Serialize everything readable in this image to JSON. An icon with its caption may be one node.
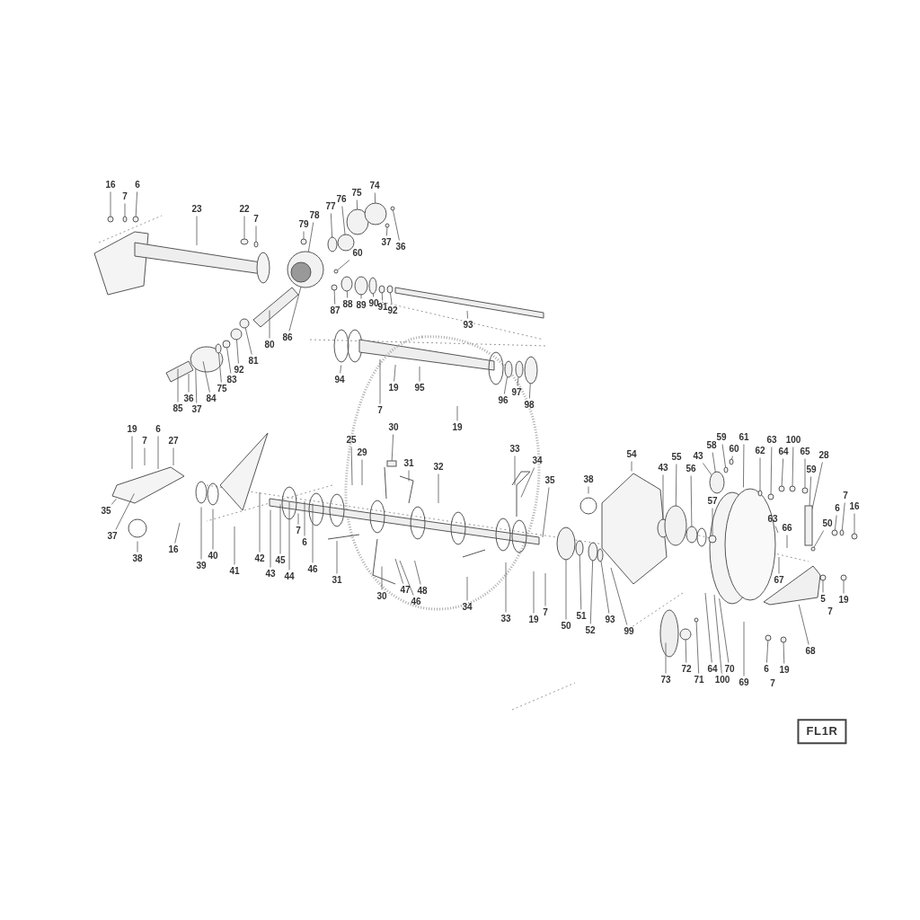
{
  "diagram": {
    "nodes": [
      {
        "text": [
          "16"
        ]
      },
      {
        "text": [
          "7"
        ]
      },
      {
        "text": [
          "6"
        ]
      },
      {
        "text": [
          "23"
        ]
      },
      {
        "text": [
          "22"
        ]
      },
      {
        "text": [
          "7"
        ]
      },
      {
        "text": [
          "79"
        ]
      },
      {
        "text": [
          "78"
        ]
      },
      {
        "text": [
          "77"
        ]
      },
      {
        "text": [
          "76"
        ]
      },
      {
        "text": [
          "75"
        ]
      },
      {
        "text": [
          "74"
        ]
      },
      {
        "text": [
          "37"
        ]
      },
      {
        "text": [
          "36"
        ]
      },
      {
        "text": [
          "60"
        ]
      },
      {
        "text": [
          "87"
        ]
      },
      {
        "text": [
          "88"
        ]
      },
      {
        "text": [
          "89"
        ]
      },
      {
        "text": [
          "90"
        ]
      },
      {
        "text": [
          "91"
        ]
      },
      {
        "text": [
          "92"
        ]
      },
      {
        "text": [
          "93"
        ]
      },
      {
        "text": [
          "86"
        ]
      },
      {
        "text": [
          "80"
        ]
      },
      {
        "text": [
          "81"
        ]
      },
      {
        "text": [
          "92"
        ]
      },
      {
        "text": [
          "83"
        ]
      },
      {
        "text": [
          "75"
        ]
      },
      {
        "text": [
          "84"
        ]
      },
      {
        "text": [
          "36"
        ]
      },
      {
        "text": [
          "37"
        ]
      },
      {
        "text": [
          "85"
        ]
      },
      {
        "text": [
          "94"
        ]
      },
      {
        "text": [
          "19"
        ]
      },
      {
        "text": [
          "7"
        ]
      },
      {
        "text": [
          "95"
        ]
      },
      {
        "text": [
          "96"
        ]
      },
      {
        "text": [
          "97"
        ]
      },
      {
        "text": [
          "98"
        ]
      },
      {
        "text": [
          "19"
        ]
      },
      {
        "text": [
          "19"
        ]
      },
      {
        "text": [
          "7"
        ]
      },
      {
        "text": [
          "6"
        ]
      },
      {
        "text": [
          "27"
        ]
      },
      {
        "text": [
          "35"
        ]
      },
      {
        "text": [
          "37"
        ]
      },
      {
        "text": [
          "38"
        ]
      },
      {
        "text": [
          "16"
        ]
      },
      {
        "text": [
          "39"
        ]
      },
      {
        "text": [
          "40"
        ]
      },
      {
        "text": [
          "41"
        ]
      },
      {
        "text": [
          "42"
        ]
      },
      {
        "text": [
          "43"
        ]
      },
      {
        "text": [
          "45"
        ]
      },
      {
        "text": [
          "44"
        ]
      },
      {
        "text": [
          "7"
        ]
      },
      {
        "text": [
          "6"
        ]
      },
      {
        "text": [
          "46"
        ]
      },
      {
        "text": [
          "31"
        ]
      },
      {
        "text": [
          "25"
        ]
      },
      {
        "text": [
          "29"
        ]
      },
      {
        "text": [
          "30"
        ]
      },
      {
        "text": [
          "31"
        ]
      },
      {
        "text": [
          "32"
        ]
      },
      {
        "text": [
          "33"
        ]
      },
      {
        "text": [
          "34"
        ]
      },
      {
        "text": [
          "35"
        ]
      },
      {
        "text": [
          "38"
        ]
      },
      {
        "text": [
          "30"
        ]
      },
      {
        "text": [
          "47"
        ]
      },
      {
        "text": [
          "48"
        ]
      },
      {
        "text": [
          "46"
        ]
      },
      {
        "text": [
          "34"
        ]
      },
      {
        "text": [
          "33"
        ]
      },
      {
        "text": [
          "19"
        ]
      },
      {
        "text": [
          "7"
        ]
      },
      {
        "text": [
          "50"
        ]
      },
      {
        "text": [
          "51"
        ]
      },
      {
        "text": [
          "52"
        ]
      },
      {
        "text": [
          "93"
        ]
      },
      {
        "text": [
          "99"
        ]
      },
      {
        "text": [
          "54"
        ]
      },
      {
        "text": [
          "43"
        ]
      },
      {
        "text": [
          "55"
        ]
      },
      {
        "text": [
          "56"
        ]
      },
      {
        "text": [
          "57"
        ]
      },
      {
        "text": [
          "58"
        ]
      },
      {
        "text": [
          "43"
        ]
      },
      {
        "text": [
          "59"
        ]
      },
      {
        "text": [
          "60"
        ]
      },
      {
        "text": [
          "61"
        ]
      },
      {
        "text": [
          "62"
        ]
      },
      {
        "text": [
          "63"
        ]
      },
      {
        "text": [
          "100"
        ]
      },
      {
        "text": [
          "64"
        ]
      },
      {
        "text": [
          "65"
        ]
      },
      {
        "text": [
          "28"
        ]
      },
      {
        "text": [
          "59"
        ]
      },
      {
        "text": [
          "7"
        ]
      },
      {
        "text": [
          "6"
        ]
      },
      {
        "text": [
          "16"
        ]
      },
      {
        "text": [
          "50"
        ]
      },
      {
        "text": [
          "63"
        ]
      },
      {
        "text": [
          "66"
        ]
      },
      {
        "text": [
          "67"
        ]
      },
      {
        "text": [
          "5"
        ]
      },
      {
        "text": [
          "19"
        ]
      },
      {
        "text": [
          "68"
        ]
      },
      {
        "text": [
          "69"
        ]
      },
      {
        "text": [
          "70"
        ]
      },
      {
        "text": [
          "100"
        ]
      },
      {
        "text": [
          "64"
        ]
      },
      {
        "text": [
          "71"
        ]
      },
      {
        "text": [
          "72"
        ]
      },
      {
        "text": [
          "73"
        ]
      },
      {
        "text": [
          "6"
        ]
      },
      {
        "text": [
          "19"
        ]
      },
      {
        "text": [
          "FL1R"
        ]
      },
      {
        "text": [],
        "shape": "circle"
      },
      {
        "text": [],
        "shape": "circle"
      },
      {
        "text": [],
        "shape": "circle"
      },
      {
        "text": [],
        "shape": "circle"
      },
      {
        "text": [],
        "shape": "circle"
      },
      {
        "text": [],
        "shape": "circle"
      },
      {
        "text": [],
        "shape": "circle"
      },
      {
        "text": [],
        "shape": "circle"
      },
      {
        "text": [],
        "shape": "circle"
      },
      {
        "text": [],
        "shape": "circle"
      },
      {
        "text": [],
        "shape": "circle"
      },
      {
        "text": [],
        "shape": "circle"
      },
      {
        "text": [],
        "shape": "circle"
      },
      {
        "text": [],
        "shape": "circle"
      },
      {
        "text": [],
        "shape": "circle"
      },
      {
        "text": [],
        "shape": "circle"
      },
      {
        "text": [],
        "shape": "circle"
      },
      {
        "text": [],
        "shape": "circle"
      },
      {
        "text": [],
        "shape": "circle"
      },
      {
        "text": [],
        "shape": "circle"
      },
      {
        "text": [],
        "shape": "circle"
      },
      {
        "text": [],
        "shape": "circle"
      },
      {
        "text": [],
        "shape": "circle"
      },
      {
        "text": [],
        "shape": "circle"
      },
      {
        "text": [],
        "shape": "circle"
      },
      {
        "text": [],
        "shape": "circle"
      },
      {
        "text": [],
        "shape": "circle"
      },
      {
        "text": [],
        "shape": "circle"
      },
      {
        "text": [],
        "shape": "circle"
      },
      {
        "text": [],
        "shape": "circle"
      },
      {
        "text": [],
        "shape": "circle"
      },
      {
        "text": [],
        "shape": "circle"
      },
      {
        "text": [],
        "shape": "circle"
      },
      {
        "text": [],
        "shape": "circle"
      },
      {
        "text": [],
        "shape": "circle"
      },
      {
        "text": [],
        "shape": "circle"
      },
      {
        "text": [],
        "shape": "circle"
      },
      {
        "text": [],
        "shape": "circle"
      },
      {
        "text": [],
        "shape": "circle"
      },
      {
        "text": [],
        "shape": "circle"
      },
      {
        "text": [],
        "shape": "circle"
      },
      {
        "text": [],
        "shape": "circle"
      },
      {
        "text": [],
        "shape": "circle"
      },
      {
        "text": [],
        "shape": "circle"
      },
      {
        "text": [],
        "shape": "circle"
      },
      {
        "text": [],
        "shape": "circle"
      },
      {
        "text": [],
        "shape": "circle"
      },
      {
        "text": [],
        "shape": "circle"
      },
      {
        "text": [],
        "shape": "circle"
      },
      {
        "text": [],
        "shape": "circle"
      },
      {
        "text": [],
        "shape": "box"
      },
      {
        "text": [],
        "shape": "circle"
      },
      {
        "text": [],
        "shape": "circle"
      },
      {
        "text": [],
        "shape": "box"
      },
      {
        "text": [],
        "shape": "picture"
      },
      {
        "text": [],
        "shape": "circle"
      }
    ],
    "edges": [
      {
        "from": 0,
        "to": 118,
        "arrow": "none"
      },
      {
        "from": 1,
        "to": 119,
        "arrow": "none"
      },
      {
        "from": 2,
        "to": 120,
        "arrow": "none"
      },
      {
        "from": 3,
        "to": null,
        "arrow": "none"
      },
      {
        "from": 4,
        "to": 121,
        "arrow": "none"
      },
      {
        "from": 5,
        "to": 122,
        "arrow": "none"
      },
      {
        "from": 6,
        "to": 123,
        "arrow": "none"
      },
      {
        "from": 7,
        "to": 165,
        "arrow": "none"
      },
      {
        "from": 8,
        "to": 124,
        "arrow": "none"
      },
      {
        "from": 9,
        "to": 125,
        "arrow": "none"
      },
      {
        "from": 10,
        "to": 126,
        "arrow": "none"
      },
      {
        "from": 11,
        "to": 127,
        "arrow": "none"
      },
      {
        "from": 12,
        "to": 128,
        "arrow": "none"
      },
      {
        "from": 13,
        "to": 129,
        "arrow": "none"
      },
      {
        "from": 14,
        "to": 166,
        "arrow": "none"
      },
      {
        "from": 15,
        "to": 130,
        "arrow": "none"
      },
      {
        "from": 16,
        "to": 131,
        "arrow": "none"
      },
      {
        "from": 17,
        "to": 132,
        "arrow": "none"
      },
      {
        "from": 18,
        "to": 133,
        "arrow": "none"
      },
      {
        "from": 19,
        "to": 134,
        "arrow": "none"
      },
      {
        "from": 20,
        "to": 135,
        "arrow": "none"
      },
      {
        "from": 21,
        "to": null,
        "arrow": "none"
      },
      {
        "from": 22,
        "to": 165,
        "arrow": "none"
      },
      {
        "from": 23,
        "to": null,
        "arrow": "none"
      },
      {
        "from": 24,
        "to": 138,
        "arrow": "none"
      },
      {
        "from": 25,
        "to": 137,
        "arrow": "none"
      },
      {
        "from": 26,
        "to": 136,
        "arrow": "none"
      },
      {
        "from": 27,
        "to": 167,
        "arrow": "none"
      },
      {
        "from": 28,
        "to": null,
        "arrow": "none"
      },
      {
        "from": 29,
        "to": null,
        "arrow": "none"
      },
      {
        "from": 30,
        "to": null,
        "arrow": "none"
      },
      {
        "from": 31,
        "to": null,
        "arrow": "none"
      },
      {
        "from": 32,
        "to": null,
        "arrow": "none"
      },
      {
        "from": 33,
        "to": null,
        "arrow": "none"
      },
      {
        "from": 34,
        "to": null,
        "arrow": "none"
      },
      {
        "from": 35,
        "to": null,
        "arrow": "none"
      },
      {
        "from": 36,
        "to": 139,
        "arrow": "none"
      },
      {
        "from": 37,
        "to": 140,
        "arrow": "none"
      },
      {
        "from": 38,
        "to": 141,
        "arrow": "none"
      },
      {
        "from": 39,
        "to": null,
        "arrow": "none"
      },
      {
        "from": 40,
        "to": null,
        "arrow": "none"
      },
      {
        "from": 41,
        "to": null,
        "arrow": "none"
      },
      {
        "from": 42,
        "to": null,
        "arrow": "none"
      },
      {
        "from": 43,
        "to": null,
        "arrow": "none"
      },
      {
        "from": 44,
        "to": null,
        "arrow": "none"
      },
      {
        "from": 45,
        "to": null,
        "arrow": "none"
      },
      {
        "from": 46,
        "to": null,
        "arrow": "none"
      },
      {
        "from": 47,
        "to": null,
        "arrow": "none"
      },
      {
        "from": 48,
        "to": null,
        "arrow": "none"
      },
      {
        "from": 49,
        "to": null,
        "arrow": "none"
      },
      {
        "from": 50,
        "to": null,
        "arrow": "none"
      },
      {
        "from": 51,
        "to": null,
        "arrow": "none"
      },
      {
        "from": 52,
        "to": null,
        "arrow": "none"
      },
      {
        "from": 53,
        "to": null,
        "arrow": "none"
      },
      {
        "from": 54,
        "to": null,
        "arrow": "none"
      },
      {
        "from": 55,
        "to": null,
        "arrow": "none"
      },
      {
        "from": 56,
        "to": null,
        "arrow": "none"
      },
      {
        "from": 57,
        "to": null,
        "arrow": "none"
      },
      {
        "from": 58,
        "to": null,
        "arrow": "none"
      },
      {
        "from": 59,
        "to": null,
        "arrow": "none"
      },
      {
        "from": 60,
        "to": null,
        "arrow": "none"
      },
      {
        "from": 61,
        "to": 168,
        "arrow": "none"
      },
      {
        "from": 62,
        "to": null,
        "arrow": "none"
      },
      {
        "from": 63,
        "to": null,
        "arrow": "none"
      },
      {
        "from": 64,
        "to": null,
        "arrow": "none"
      },
      {
        "from": 65,
        "to": null,
        "arrow": "none"
      },
      {
        "from": 66,
        "to": null,
        "arrow": "none"
      },
      {
        "from": 67,
        "to": null,
        "arrow": "none"
      },
      {
        "from": 68,
        "to": null,
        "arrow": "none"
      },
      {
        "from": 69,
        "to": null,
        "arrow": "none"
      },
      {
        "from": 70,
        "to": null,
        "arrow": "none"
      },
      {
        "from": 71,
        "to": null,
        "arrow": "none"
      },
      {
        "from": 72,
        "to": null,
        "arrow": "none"
      },
      {
        "from": 73,
        "to": null,
        "arrow": "none"
      },
      {
        "from": 74,
        "to": null,
        "arrow": "none"
      },
      {
        "from": 75,
        "to": null,
        "arrow": "none"
      },
      {
        "from": 76,
        "to": 142,
        "arrow": "none"
      },
      {
        "from": 77,
        "to": 143,
        "arrow": "none"
      },
      {
        "from": 78,
        "to": 144,
        "arrow": "none"
      },
      {
        "from": 79,
        "to": 169,
        "arrow": "none"
      },
      {
        "from": 80,
        "to": null,
        "arrow": "none"
      },
      {
        "from": 81,
        "to": null,
        "arrow": "none"
      },
      {
        "from": 82,
        "to": 145,
        "arrow": "none"
      },
      {
        "from": 83,
        "to": 146,
        "arrow": "none"
      },
      {
        "from": 84,
        "to": 147,
        "arrow": "none"
      },
      {
        "from": 85,
        "to": 148,
        "arrow": "none"
      },
      {
        "from": 86,
        "to": 149,
        "arrow": "none"
      },
      {
        "from": 87,
        "to": 149,
        "arrow": "none"
      },
      {
        "from": 88,
        "to": 150,
        "arrow": "none"
      },
      {
        "from": 89,
        "to": 151,
        "arrow": "none"
      },
      {
        "from": 90,
        "to": null,
        "arrow": "none"
      },
      {
        "from": 91,
        "to": 173,
        "arrow": "none"
      },
      {
        "from": 92,
        "to": 170,
        "arrow": "none"
      },
      {
        "from": 93,
        "to": 155,
        "arrow": "none"
      },
      {
        "from": 94,
        "to": 154,
        "arrow": "none"
      },
      {
        "from": 95,
        "to": 156,
        "arrow": "none"
      },
      {
        "from": 96,
        "to": 171,
        "arrow": "none"
      },
      {
        "from": 97,
        "to": 171,
        "arrow": "none"
      },
      {
        "from": 98,
        "to": 158,
        "arrow": "none"
      },
      {
        "from": 99,
        "to": 157,
        "arrow": "none"
      },
      {
        "from": 100,
        "to": 159,
        "arrow": "none"
      },
      {
        "from": 101,
        "to": 160,
        "arrow": "none"
      },
      {
        "from": 102,
        "to": null,
        "arrow": "none"
      },
      {
        "from": 103,
        "to": null,
        "arrow": "none"
      },
      {
        "from": 104,
        "to": null,
        "arrow": "none"
      },
      {
        "from": 105,
        "to": 161,
        "arrow": "none"
      },
      {
        "from": 106,
        "to": 162,
        "arrow": "none"
      },
      {
        "from": 107,
        "to": 172,
        "arrow": "none"
      },
      {
        "from": 108,
        "to": null,
        "arrow": "none"
      },
      {
        "from": 109,
        "to": null,
        "arrow": "none"
      },
      {
        "from": 110,
        "to": null,
        "arrow": "none"
      },
      {
        "from": 111,
        "to": null,
        "arrow": "none"
      },
      {
        "from": 112,
        "to": 153,
        "arrow": "none"
      },
      {
        "from": 113,
        "to": 152,
        "arrow": "none"
      },
      {
        "from": 114,
        "to": null,
        "arrow": "none"
      },
      {
        "from": 115,
        "to": 163,
        "arrow": "none"
      },
      {
        "from": 116,
        "to": 164,
        "arrow": "none"
      }
    ],
    "labels": [
      "7",
      "7"
    ]
  }
}
